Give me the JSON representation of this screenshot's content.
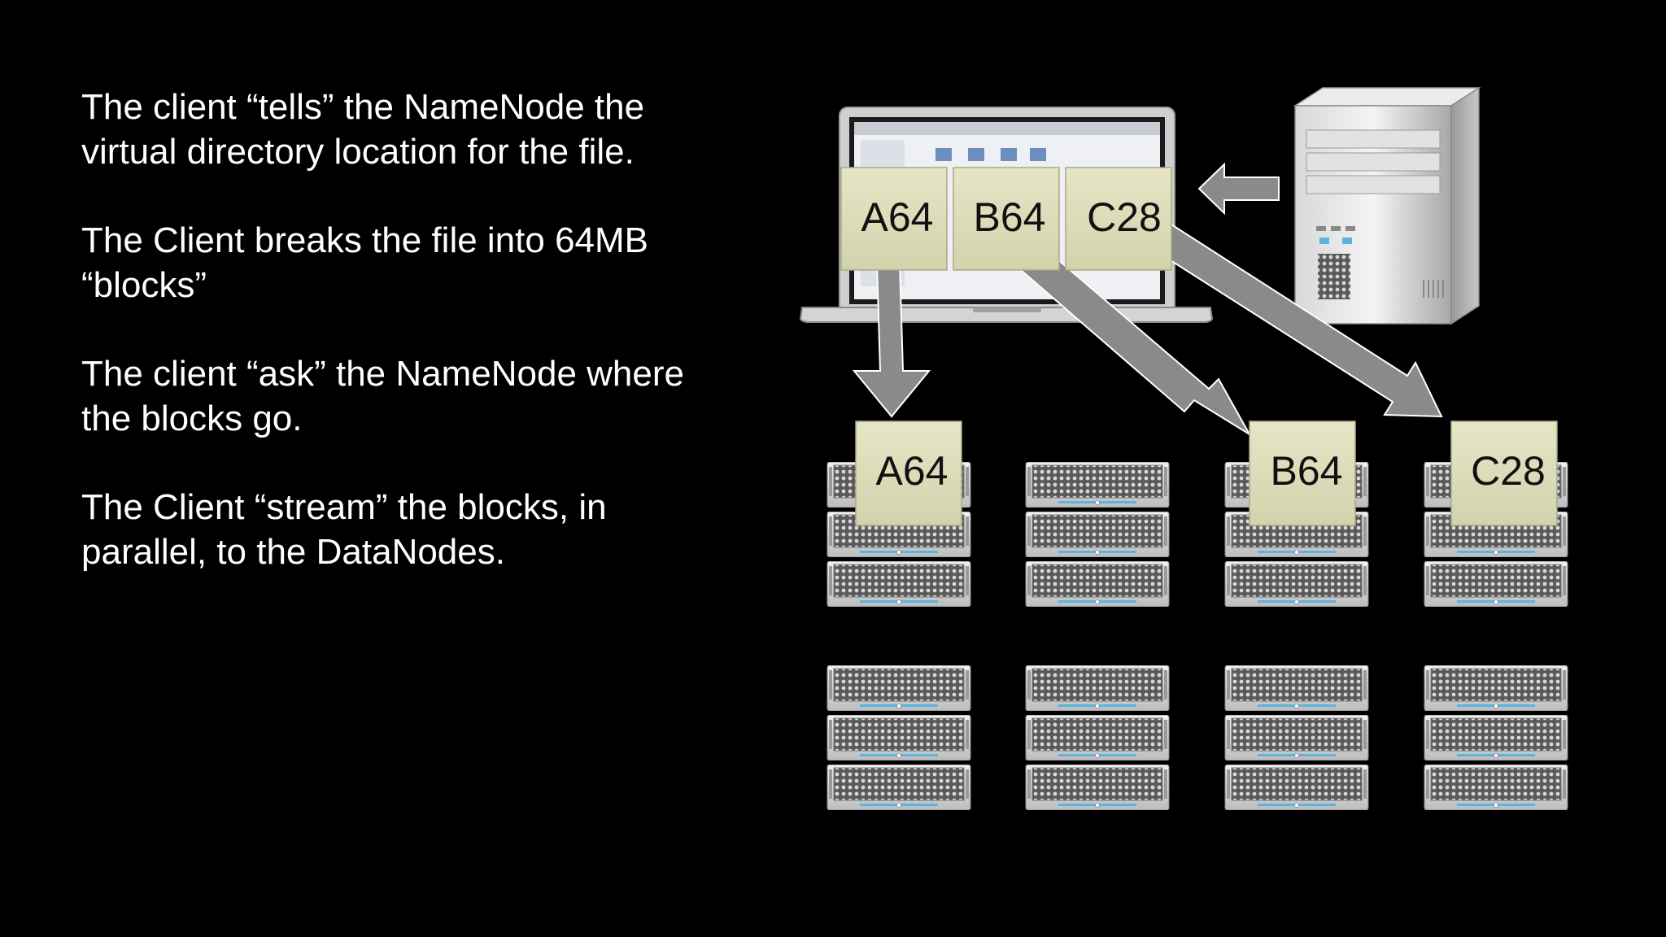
{
  "paragraphs": [
    {
      "line1": "The client “tells” the NameNode the",
      "line2": "virtual directory location for the file."
    },
    {
      "line1": "The Client breaks the file into 64MB",
      "line2": "“blocks”"
    },
    {
      "line1": "The client “ask” the NameNode where",
      "line2": "the blocks go."
    },
    {
      "line1": "The Client “stream” the blocks, in",
      "line2": "parallel, to the DataNodes."
    }
  ],
  "client_blocks": [
    "A64",
    "B64",
    "C28"
  ],
  "datanode_blocks": [
    "A64",
    "B64",
    "C28"
  ],
  "colors": {
    "background": "#000000",
    "text": "#ffffff",
    "block_fill": "#dcdcb8",
    "arrow_fill": "#8a8a8a"
  },
  "icons": {
    "client": "laptop-icon",
    "namenode": "tower-server-icon",
    "datanode": "rack-server-icon"
  }
}
